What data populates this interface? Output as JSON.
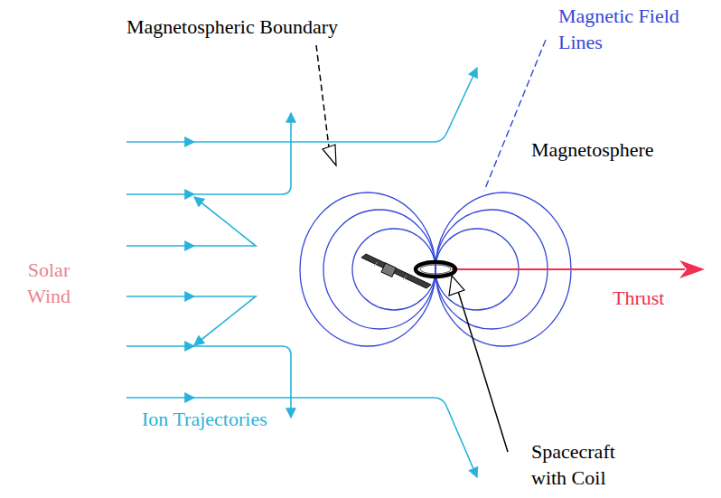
{
  "diagram": {
    "nodes": [
      {
        "text": [
          "Solar Wind"
        ]
      },
      {
        "text": [
          "Magnetosphere"
        ]
      }
    ],
    "labels": [
      "Magnetospheric Boundary",
      "Magnetic Field Lines",
      "Thrust",
      "Ion Trajectories",
      "Spacecraft with Coil"
    ]
  }
}
